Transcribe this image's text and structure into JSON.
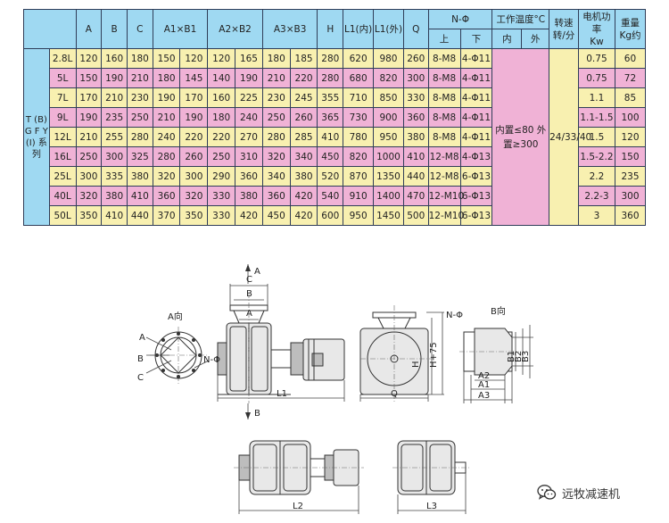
{
  "table": {
    "headers_row1": {
      "A": "A",
      "B": "B",
      "C": "C",
      "A1B1": "A1×B1",
      "A2B2": "A2×B2",
      "A3B3": "A3×B3",
      "H": "H",
      "L1_in": "L1(内)",
      "L1_out": "L1(外)",
      "Q": "Q",
      "N_phi": "N-Φ",
      "temp": "工作温度°C",
      "speed": "转速\n转/分",
      "power": "电机功率\nKw",
      "weight": "重量\nKg约"
    },
    "headers_row2": {
      "up": "上",
      "down": "下",
      "in": "内",
      "out": "外"
    },
    "series_label": "T\n(B)\nG\nF\nY\n(I)\n系\n列",
    "temp_value": "内置≤80\n外置≥300",
    "speed_value": "24/33/40",
    "rows": [
      {
        "model": "2.8L",
        "A": "120",
        "B": "160",
        "C": "180",
        "A1": "150",
        "B1": "120",
        "A2": "120",
        "B2": "165",
        "A3": "180",
        "B3": "185",
        "H": "280",
        "L1in": "620",
        "L1out": "980",
        "Q": "260",
        "up": "8-M8",
        "down": "4-Φ11",
        "power": "0.75",
        "weight": "60"
      },
      {
        "model": "5L",
        "A": "150",
        "B": "190",
        "C": "210",
        "A1": "180",
        "B1": "145",
        "A2": "140",
        "B2": "190",
        "A3": "210",
        "B3": "220",
        "H": "280",
        "L1in": "680",
        "L1out": "820",
        "Q": "300",
        "up": "8-M8",
        "down": "4-Φ11",
        "power": "0.75",
        "weight": "72"
      },
      {
        "model": "7L",
        "A": "170",
        "B": "210",
        "C": "230",
        "A1": "190",
        "B1": "170",
        "A2": "160",
        "B2": "225",
        "A3": "230",
        "B3": "245",
        "H": "355",
        "L1in": "710",
        "L1out": "850",
        "Q": "330",
        "up": "8-M8",
        "down": "4-Φ11",
        "power": "1.1",
        "weight": "85"
      },
      {
        "model": "9L",
        "A": "190",
        "B": "235",
        "C": "250",
        "A1": "210",
        "B1": "190",
        "A2": "180",
        "B2": "240",
        "A3": "250",
        "B3": "260",
        "H": "365",
        "L1in": "730",
        "L1out": "900",
        "Q": "360",
        "up": "8-M8",
        "down": "4-Φ11",
        "power": "1.1-1.5",
        "weight": "100"
      },
      {
        "model": "12L",
        "A": "210",
        "B": "255",
        "C": "280",
        "A1": "240",
        "B1": "220",
        "A2": "220",
        "B2": "270",
        "A3": "280",
        "B3": "285",
        "H": "410",
        "L1in": "780",
        "L1out": "950",
        "Q": "380",
        "up": "8-M8",
        "down": "4-Φ11",
        "power": "1.5",
        "weight": "120"
      },
      {
        "model": "16L",
        "A": "250",
        "B": "300",
        "C": "325",
        "A1": "280",
        "B1": "260",
        "A2": "250",
        "B2": "310",
        "A3": "320",
        "B3": "340",
        "H": "450",
        "L1in": "820",
        "L1out": "1000",
        "Q": "410",
        "up": "12-M8",
        "down": "4-Φ13",
        "power": "1.5-2.2",
        "weight": "150"
      },
      {
        "model": "25L",
        "A": "300",
        "B": "335",
        "C": "380",
        "A1": "320",
        "B1": "300",
        "A2": "290",
        "B2": "360",
        "A3": "340",
        "B3": "380",
        "H": "520",
        "L1in": "870",
        "L1out": "1350",
        "Q": "440",
        "up": "12-M8",
        "down": "6-Φ13",
        "power": "2.2",
        "weight": "235"
      },
      {
        "model": "40L",
        "A": "320",
        "B": "380",
        "C": "410",
        "A1": "360",
        "B1": "320",
        "A2": "330",
        "B2": "380",
        "A3": "360",
        "B3": "420",
        "H": "540",
        "L1in": "910",
        "L1out": "1400",
        "Q": "470",
        "up": "12-M10",
        "down": "6-Φ13",
        "power": "2.2-3",
        "weight": "300"
      },
      {
        "model": "50L",
        "A": "350",
        "B": "410",
        "C": "440",
        "A1": "370",
        "B1": "350",
        "A2": "330",
        "B2": "420",
        "A3": "450",
        "B3": "420",
        "H": "600",
        "L1in": "950",
        "L1out": "1450",
        "Q": "500",
        "up": "12-M10",
        "down": "6-Φ13",
        "power": "3",
        "weight": "360"
      }
    ]
  },
  "drawing_labels": {
    "A_arrow": "A",
    "B_arrow": "B",
    "C": "C",
    "B": "B",
    "A": "A",
    "a_view": "A向",
    "b_view": "B向",
    "L1": "L1",
    "Q": "Q",
    "N_phi": "N-Φ",
    "N_phi2": "N-Φ",
    "H": "H",
    "H75": "H+75",
    "a_view_A": "A",
    "a_view_B": "B",
    "a_view_C": "C",
    "B1": "B1",
    "B2": "B2",
    "B3": "B3",
    "A1": "A1",
    "A2": "A2",
    "A3": "A3",
    "L2": "L2",
    "L3": "L3"
  },
  "watermark": {
    "text": "远牧减速机",
    "logo_icon": "wechat-icon"
  },
  "colors": {
    "header_blue": "#9fd9f2",
    "row_yellow": "#f8f0b0",
    "row_pink": "#f0b2d6"
  }
}
